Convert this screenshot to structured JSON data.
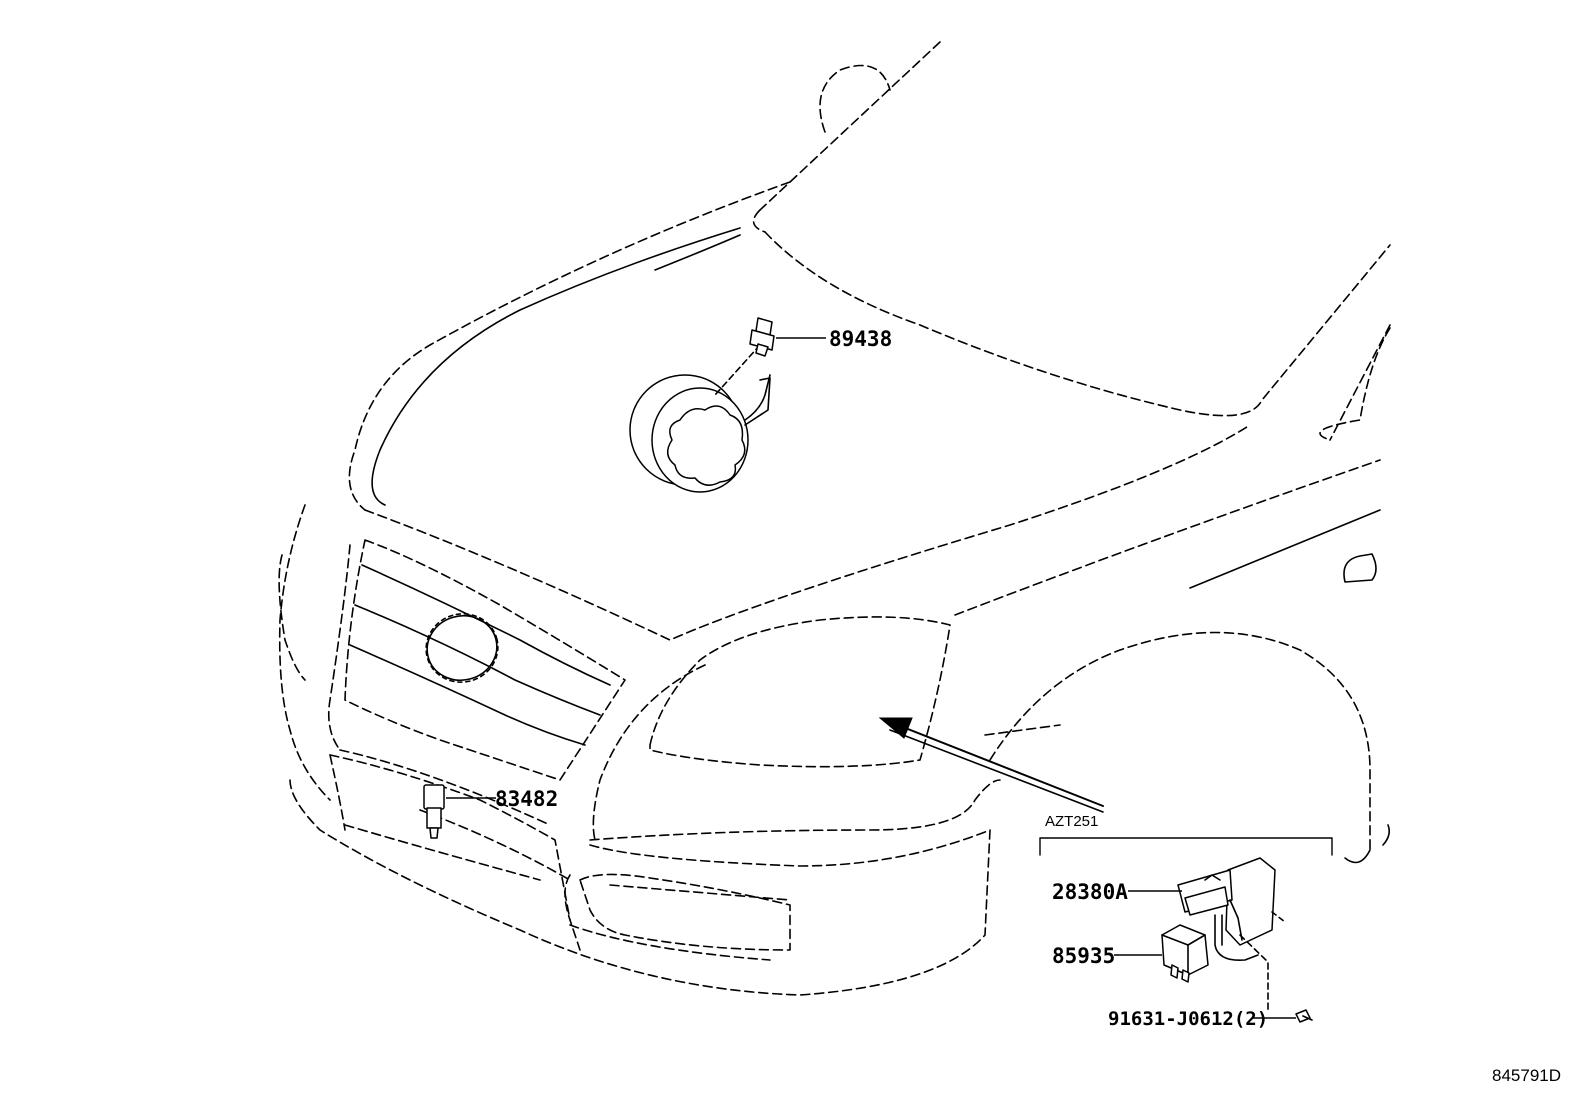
{
  "callouts": {
    "horn_sensor": "89438",
    "bumper_sensor": "83482",
    "computer": "28380A",
    "relay": "85935",
    "bolt": "91631-J0612(2)"
  },
  "model_label": "AZT251",
  "diagram_id": "845791D"
}
